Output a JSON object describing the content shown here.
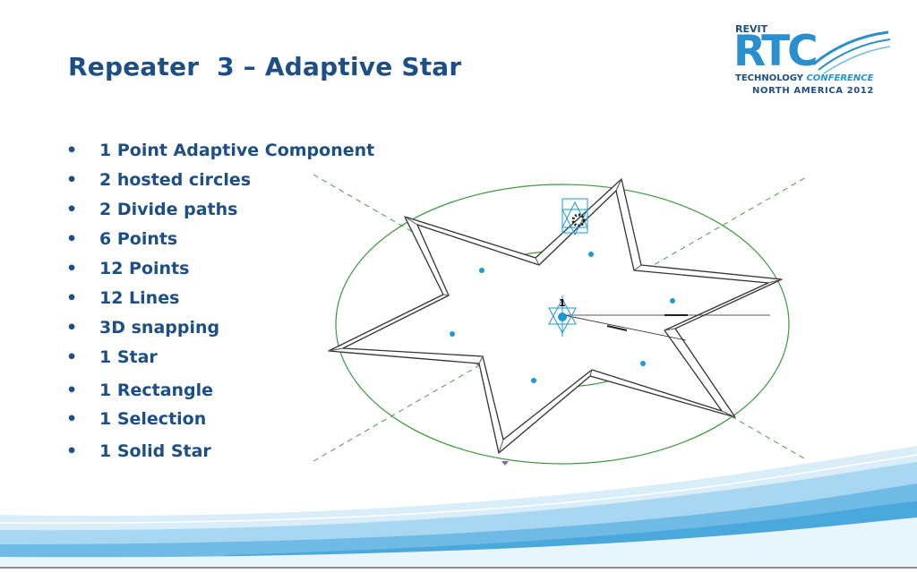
{
  "slide": {
    "title": "Repeater  3 – Adaptive Star",
    "bullet_symbol": "•",
    "bullets": [
      "1 Point Adaptive Component",
      "2 hosted circles",
      "2 Divide paths",
      "6 Points",
      "12 Points",
      "12 Lines",
      "3D snapping",
      "1 Star",
      "1 Rectangle",
      "1 Selection",
      "1 Solid Star"
    ]
  },
  "logo": {
    "revit": "REVIT",
    "rtc": "RTC",
    "technology": "TECHNOLOGY",
    "conference": "CONFERENCE",
    "region": "NORTH AMERICA 2012"
  },
  "diagram": {
    "point_number": "1",
    "colors": {
      "circle": "#3a9a3a",
      "dashed": "#4a9a4a",
      "node": "#1a9ad6",
      "star_outline": "#333333",
      "star_face": "#ffffff",
      "marker": "#1a9ad6"
    }
  },
  "colors": {
    "title": "#1d4f86",
    "logo_blue": "#2a8fcf",
    "wave_blue": "#4aa8dd"
  }
}
